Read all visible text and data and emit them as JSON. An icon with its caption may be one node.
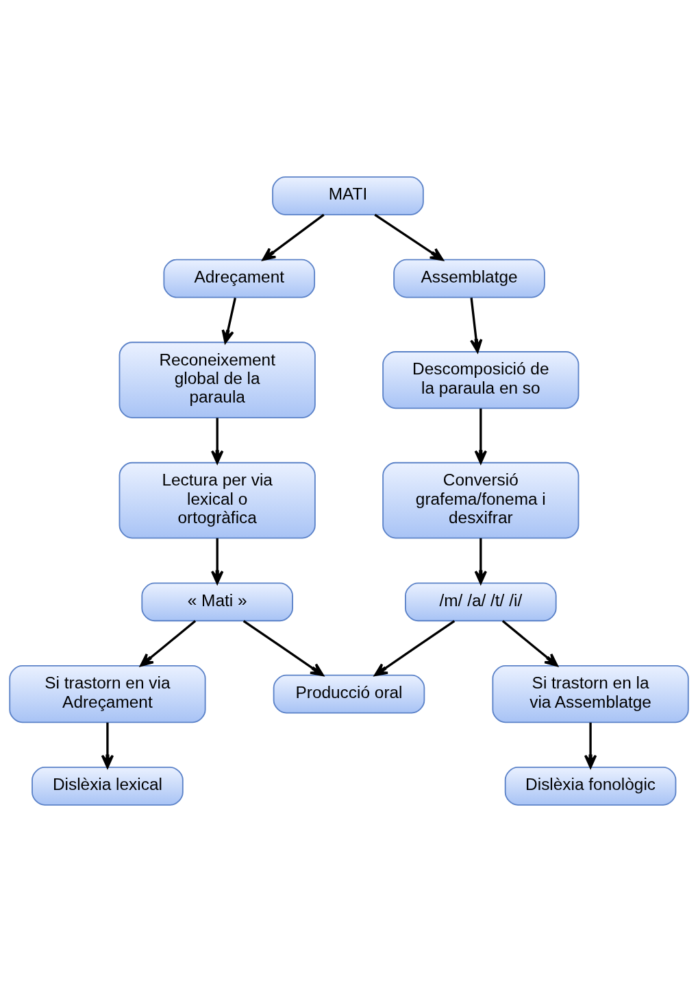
{
  "diagram": {
    "nodes": [
      {
        "text": [
          "MATI"
        ]
      },
      {
        "text": [
          "Adreçament"
        ]
      },
      {
        "text": [
          "Assemblatge"
        ]
      },
      {
        "text": [
          "Reconeixement global de la paraula"
        ]
      },
      {
        "text": [
          "Descomposició de la paraula en so"
        ]
      },
      {
        "text": [
          "Lectura per via lexical o ortogràfica"
        ]
      },
      {
        "text": [
          "Conversió grafema/fonema i desxifrar"
        ]
      },
      {
        "text": [
          "« Mati »"
        ]
      },
      {
        "text": [
          "/m/ /a/ /t/ /i/"
        ]
      },
      {
        "text": [
          "Si trastorn en via Adreçament"
        ]
      },
      {
        "text": [
          "Producció oral"
        ]
      },
      {
        "text": [
          "Si trastorn en la via Assemblatge"
        ]
      },
      {
        "text": [
          "Dislèxia lexical"
        ]
      },
      {
        "text": [
          "Dislèxia fonològic"
        ]
      }
    ],
    "edges": [
      {
        "from": 0,
        "to": 1,
        "arrow": "to"
      },
      {
        "from": 0,
        "to": 2,
        "arrow": "to"
      },
      {
        "from": 1,
        "to": 3,
        "arrow": "to"
      },
      {
        "from": 2,
        "to": 4,
        "arrow": "to"
      },
      {
        "from": 3,
        "to": 5,
        "arrow": "to"
      },
      {
        "from": 4,
        "to": 6,
        "arrow": "to"
      },
      {
        "from": 5,
        "to": 7,
        "arrow": "to"
      },
      {
        "from": 6,
        "to": 8,
        "arrow": "to"
      },
      {
        "from": 7,
        "to": 9,
        "arrow": "to"
      },
      {
        "from": 7,
        "to": 10,
        "arrow": "to"
      },
      {
        "from": 8,
        "to": 10,
        "arrow": "to"
      },
      {
        "from": 8,
        "to": 11,
        "arrow": "to"
      },
      {
        "from": 9,
        "to": 12,
        "arrow": "to"
      },
      {
        "from": 11,
        "to": 13,
        "arrow": "to"
      }
    ]
  }
}
